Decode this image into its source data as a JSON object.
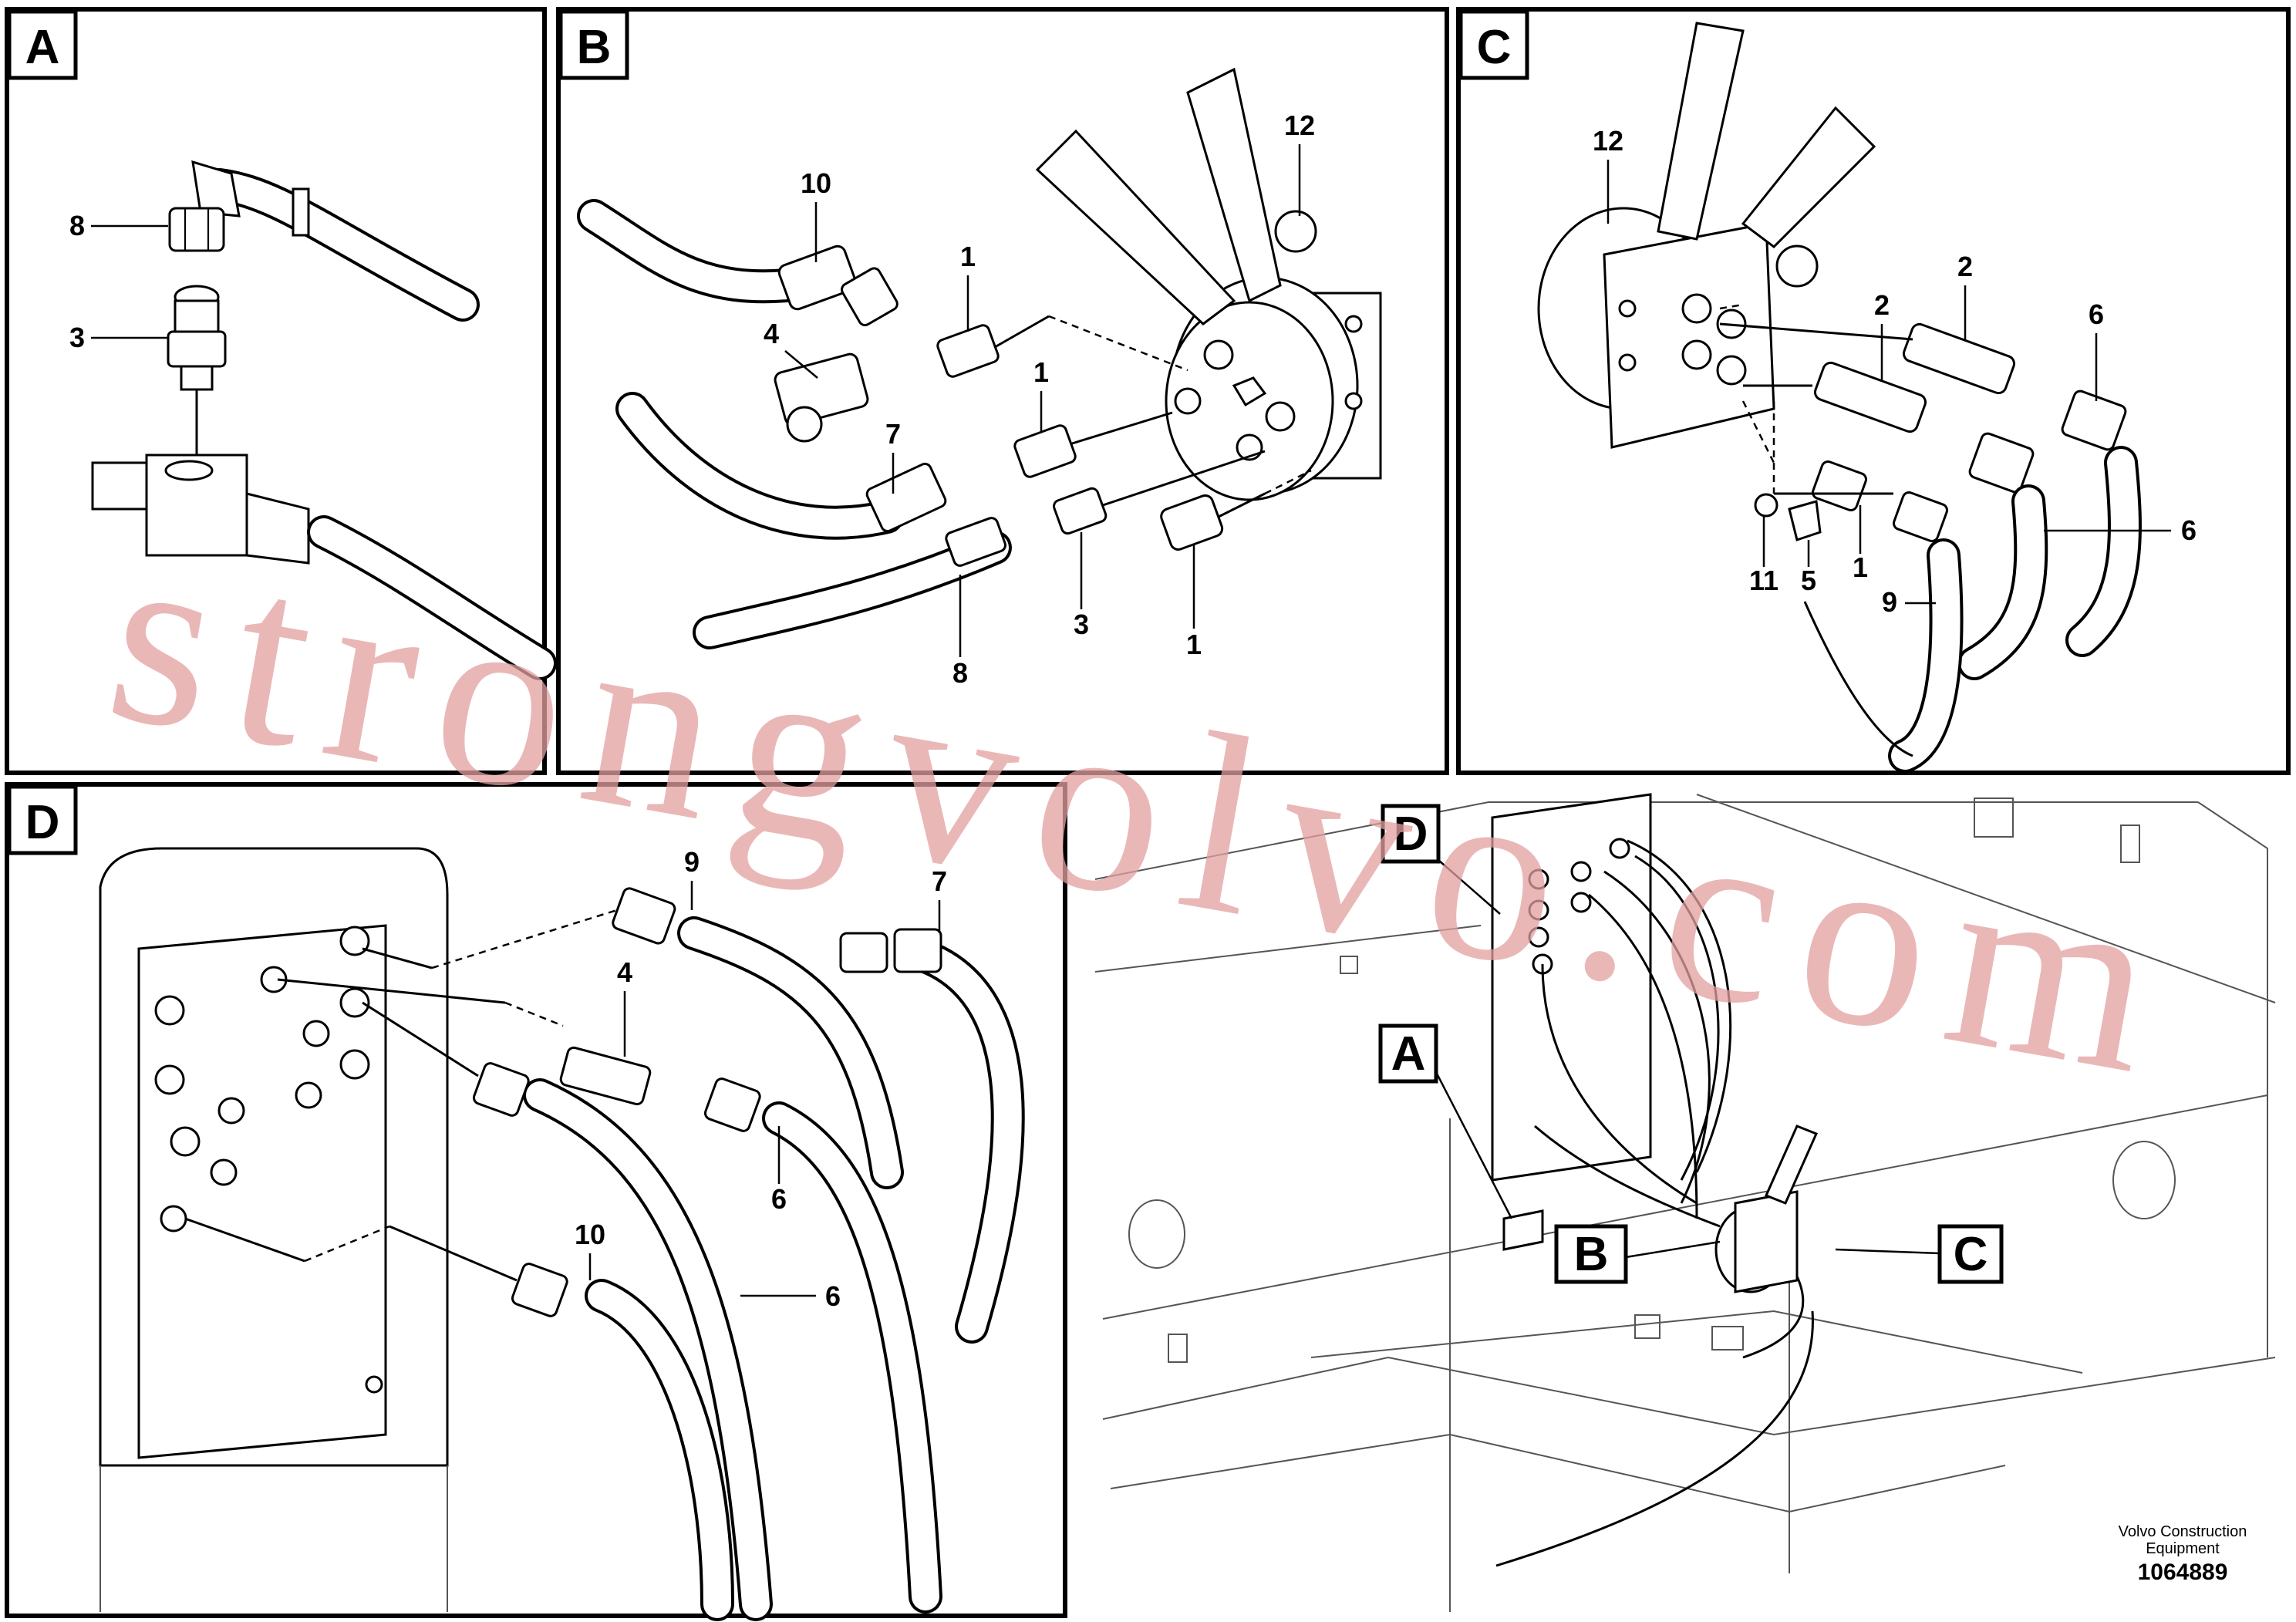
{
  "panels": {
    "A": {
      "tag": "A",
      "callouts": {
        "c8": "8",
        "c3": "3"
      }
    },
    "B": {
      "tag": "B",
      "callouts": {
        "c10": "10",
        "c12": "12",
        "c1a": "1",
        "c4": "4",
        "c1b": "1",
        "c7": "7",
        "c3": "3",
        "c8": "8",
        "c1c": "1"
      }
    },
    "C": {
      "tag": "C",
      "callouts": {
        "c12": "12",
        "c2a": "2",
        "c2b": "2",
        "c6a": "6",
        "c6b": "6",
        "c11": "11",
        "c5": "5",
        "c1": "1",
        "c9": "9"
      }
    },
    "D": {
      "tag": "D",
      "callouts": {
        "c9": "9",
        "c7": "7",
        "c4": "4",
        "c6a": "6",
        "c6b": "6",
        "c10": "10"
      }
    },
    "overview": {
      "tagD": "D",
      "tagA": "A",
      "tagB": "B",
      "tagC": "C"
    }
  },
  "watermark": "strongvolvo.com",
  "footer": {
    "brand_line1": "Volvo Construction",
    "brand_line2": "Equipment",
    "doc_number": "1064889"
  }
}
